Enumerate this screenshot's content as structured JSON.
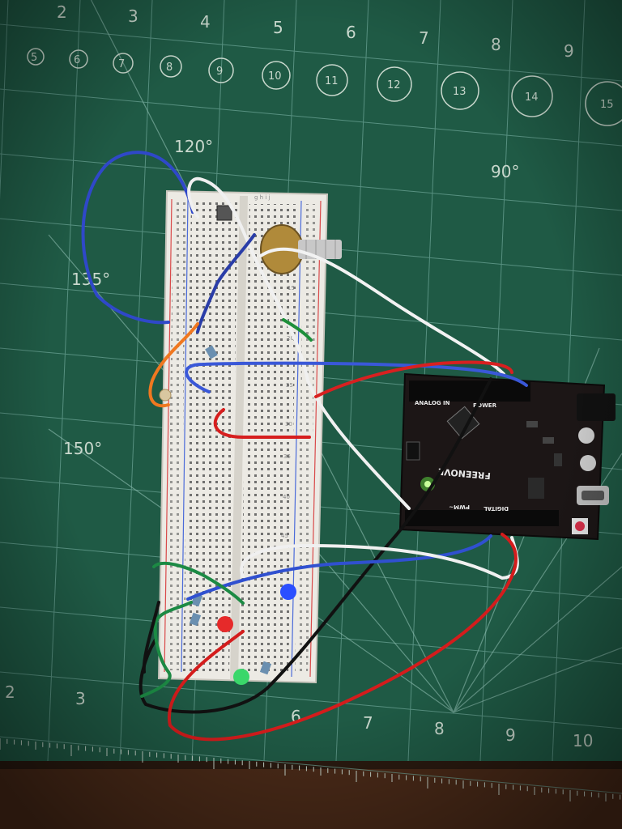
{
  "mat": {
    "top_ruler": [
      "2",
      "3",
      "4",
      "5",
      "6",
      "7",
      "8",
      "9"
    ],
    "circle_numbers": [
      "5",
      "6",
      "7",
      "8",
      "9",
      "10",
      "11",
      "12",
      "13",
      "14",
      "15"
    ],
    "bottom_ruler": [
      "2",
      "3",
      "6",
      "7",
      "8",
      "9",
      "10"
    ],
    "angles": [
      "120°",
      "135°",
      "150°",
      "90°"
    ],
    "colors": {
      "mat": "#1f5a45",
      "grid": "#6fa89a",
      "table": "#4a2a18"
    }
  },
  "breadboard": {
    "row_numbers": [
      "15",
      "20",
      "25",
      "30",
      "35",
      "40",
      "45"
    ],
    "column_letters": "g h i j"
  },
  "arduino": {
    "brand": "FREENOVE",
    "header_labels": [
      "ANALOG IN",
      "POWER",
      "DIGITAL",
      "PWM~"
    ],
    "led_on_color": "#6aff4a"
  },
  "wire_colors": [
    "blue",
    "white",
    "red",
    "black",
    "green",
    "orange"
  ]
}
